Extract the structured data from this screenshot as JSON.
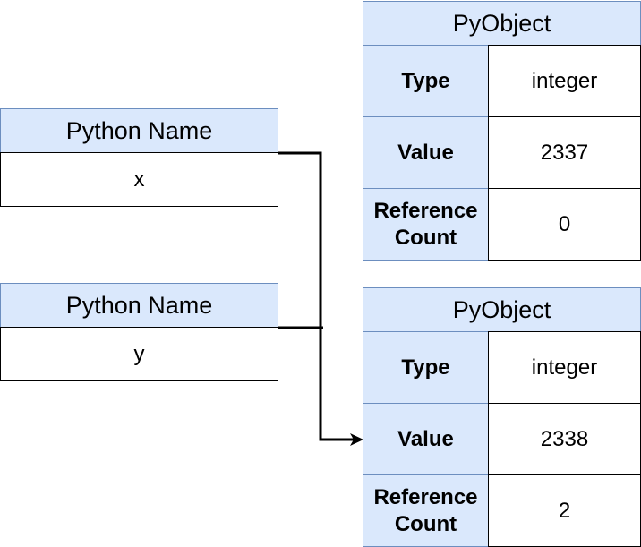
{
  "colors": {
    "header_fill": "#dae8fc",
    "header_stroke": "#6c8ebf",
    "cell_stroke": "#000000",
    "connector": "#000000"
  },
  "names": [
    {
      "header": "Python Name",
      "value": "x"
    },
    {
      "header": "Python Name",
      "value": "y"
    }
  ],
  "objects": [
    {
      "header": "PyObject",
      "rows": [
        {
          "label": "Type",
          "value": "integer"
        },
        {
          "label": "Value",
          "value": "2337"
        },
        {
          "label": "Reference Count",
          "value": "0"
        }
      ]
    },
    {
      "header": "PyObject",
      "rows": [
        {
          "label": "Type",
          "value": "integer"
        },
        {
          "label": "Value",
          "value": "2338"
        },
        {
          "label": "Reference Count",
          "value": "2"
        }
      ]
    }
  ],
  "connectors": [
    {
      "from": "names.0",
      "to": "objects.1.rows.1",
      "arrow": true
    },
    {
      "from": "names.1",
      "to": "objects.1.rows.1",
      "arrow": true
    }
  ]
}
